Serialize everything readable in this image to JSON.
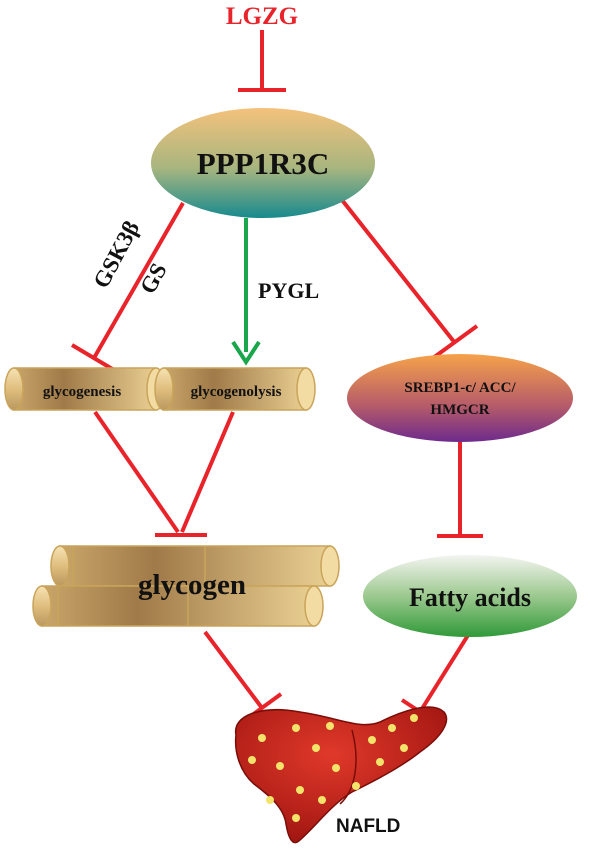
{
  "diagram": {
    "top_label": "LGZG",
    "hub_node": "PPP1R3C",
    "left_edge_labels": [
      "GSK3β",
      "GS"
    ],
    "middle_edge_label": "PYGL",
    "left_process": "glycogenesis",
    "middle_process": "glycogenolysis",
    "right_node_line1": "SREBP1-c/ ACC/",
    "right_node_line2": "HMGCR",
    "product_node": "glycogen",
    "fatty_node": "Fatty acids",
    "outcome_label": "NAFLD"
  },
  "colors": {
    "inhibit": "#e8232a",
    "activate": "#1aa64a",
    "cylinder": "#e6c98a",
    "hub_top": "#f2c27a",
    "hub_bottom": "#1e8f8f",
    "srebp_top": "#f0a050",
    "srebp_bottom": "#7a2a8a",
    "fatty_top": "#ffffff",
    "fatty_bottom": "#3a9a3a",
    "liver": "#c8241a",
    "liver_dots": "#f2e36a"
  }
}
